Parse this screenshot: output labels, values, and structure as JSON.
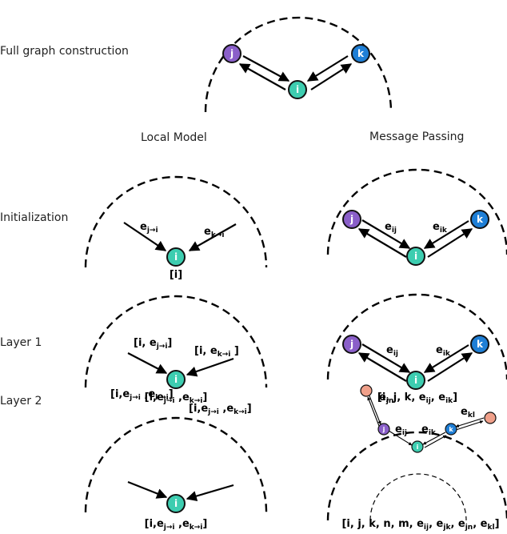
{
  "rows": {
    "full_graph": "Full graph construction",
    "init": "Initialization",
    "layer1": "Layer 1",
    "layer2": "Layer 2"
  },
  "columns": {
    "local": "Local Model",
    "mp": "Message Passing"
  },
  "nodes": {
    "i": "i",
    "j": "j",
    "k": "k"
  },
  "edges": {
    "e_base": "e",
    "ji_sub": "j→i",
    "ki_sub": "k→i",
    "ij_sub": "ij",
    "ik_sub": "ik",
    "jn_sub": "jn",
    "kl_sub": "kl"
  },
  "states": {
    "init_i": "[i]",
    "l1_left_prefix": "[i, ",
    "l1_right_prefix": "[i, ",
    "l1_result": "[i,e_{j→i} ,e_{k→i}]",
    "l1_mp_result": "[i, j, k, e_{ij}, e_{ik}]",
    "l2_mp_result": "[i, j, k, n, m, e_{ij}, e_{jk}, e_{jn}, e_{kl}]"
  },
  "colors": {
    "i": "#3dcdb0",
    "j": "#8a5fc9",
    "k": "#1f7fd6",
    "neighbor": "#f0a08a"
  }
}
